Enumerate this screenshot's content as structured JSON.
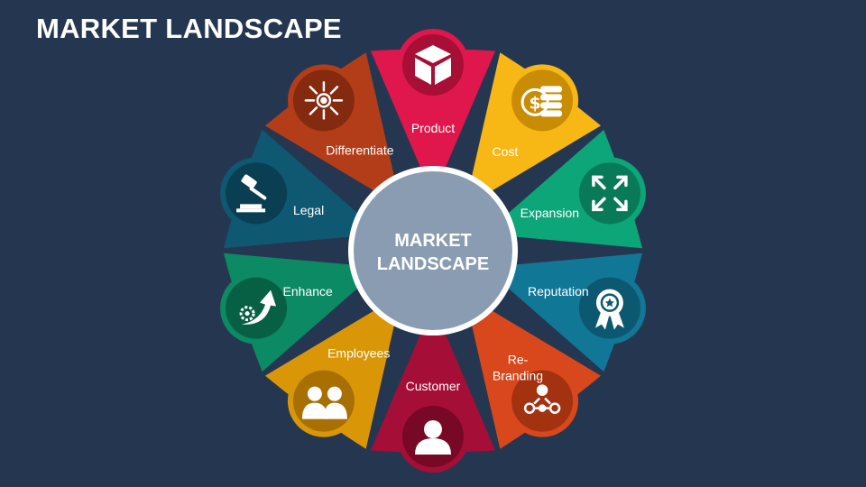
{
  "title": "MARKET LANDSCAPE",
  "center": {
    "line1": "MARKET",
    "line2": "LANDSCAPE"
  },
  "segments": [
    {
      "label": "Product",
      "icon": "box-icon",
      "color": "#e0174d",
      "dark": "#a80f36"
    },
    {
      "label": "Cost",
      "icon": "coins-dollar-icon",
      "color": "#f7b715",
      "dark": "#c98c05"
    },
    {
      "label": "Expansion",
      "icon": "expand-arrows-icon",
      "color": "#0ca678",
      "dark": "#087a58"
    },
    {
      "label": "Reputation",
      "icon": "award-ribbon-icon",
      "color": "#117796",
      "dark": "#0c5870"
    },
    {
      "label": "Re-Branding",
      "icon": "network-nodes-icon",
      "color": "#d8481c",
      "dark": "#a33210"
    },
    {
      "label": "Customer",
      "icon": "user-icon",
      "color": "#a50e36",
      "dark": "#780926"
    },
    {
      "label": "Employees",
      "icon": "people-icon",
      "color": "#d99708",
      "dark": "#a86f03"
    },
    {
      "label": "Enhance",
      "icon": "growth-gear-icon",
      "color": "#0b8a63",
      "dark": "#075f44"
    },
    {
      "label": "Legal",
      "icon": "gavel-icon",
      "color": "#0f5872",
      "dark": "#0a3e52"
    },
    {
      "label": "Differentiate",
      "icon": "target-arrows-icon",
      "color": "#b33d18",
      "dark": "#842a0e"
    }
  ]
}
